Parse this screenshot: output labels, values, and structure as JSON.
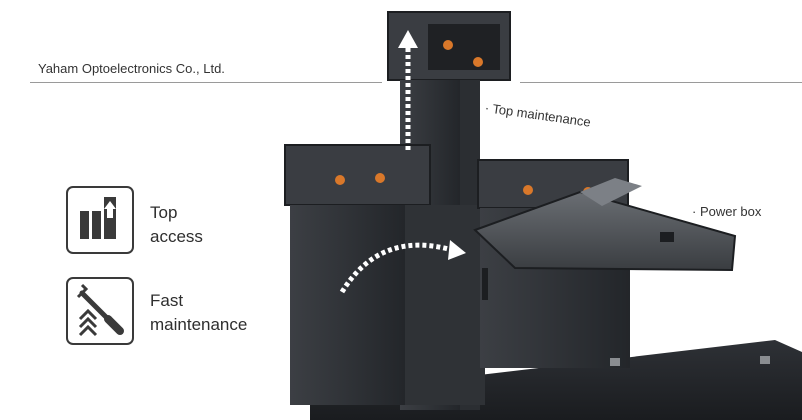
{
  "header": {
    "company": "Yaham Optoelectronics Co., Ltd."
  },
  "features": [
    {
      "icon": "top-access-icon",
      "line1": "Top",
      "line2": "access"
    },
    {
      "icon": "fast-maintenance-icon",
      "line1": "Fast",
      "line2": "maintenance"
    }
  ],
  "callouts": {
    "top_maintenance": "· Top maintenance",
    "power_box": "· Power box"
  }
}
